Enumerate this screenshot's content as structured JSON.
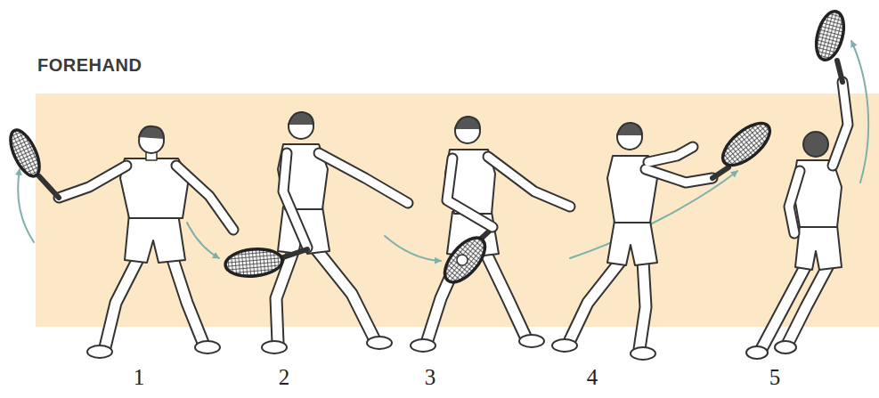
{
  "diagram": {
    "title": "FOREHAND",
    "labels": [
      "1",
      "2",
      "3",
      "4",
      "5"
    ]
  }
}
